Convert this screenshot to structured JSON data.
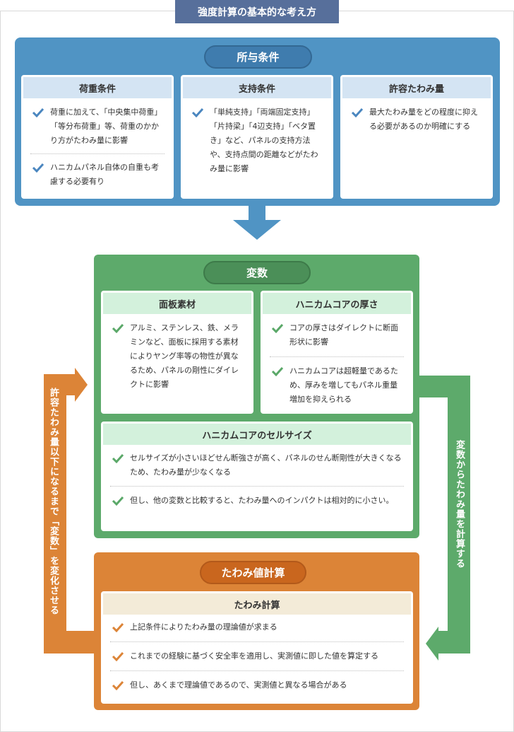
{
  "page_title": "強度計算の基本的な考え方",
  "given": {
    "title": "所与条件",
    "cards": [
      {
        "heading": "荷重条件",
        "items": [
          "荷重に加えて、「中央集中荷重」「等分布荷重」等、荷重のかかり方がたわみ量に影響",
          "ハニカムパネル自体の自重も考慮する必要有り"
        ]
      },
      {
        "heading": "支持条件",
        "items": [
          "「単純支持」「両端固定支持」「片持梁」「4辺支持」「ベタ置き」など、パネルの支持方法や、支持点間の距離などがたわみ量に影響"
        ]
      },
      {
        "heading": "許容たわみ量",
        "items": [
          "最大たわみ量をどの程度に抑える必要があるのか明確にする"
        ]
      }
    ]
  },
  "variables": {
    "title": "変数",
    "face": {
      "heading": "面板素材",
      "items": [
        "アルミ、ステンレス、鉄、メラミンなど、面板に採用する素材によりヤング率等の物性が異なるため、パネルの剛性にダイレクトに影響"
      ]
    },
    "thickness": {
      "heading": "ハニカムコアの厚さ",
      "items": [
        "コアの厚さはダイレクトに断面形状に影響",
        "ハニカムコアは超軽量であるため、厚みを増してもパネル重量増加を抑えられる"
      ]
    },
    "cell": {
      "heading": "ハニカムコアのセルサイズ",
      "items": [
        "セルサイズが小さいほどせん断強さが高く、パネルのせん断剛性が大きくなるため、たわみ量が少なくなる",
        "但し、他の変数と比較すると、たわみ量へのインパクトは相対的に小さい。"
      ]
    }
  },
  "calc": {
    "title": "たわみ値計算",
    "card": {
      "heading": "たわみ計算",
      "items": [
        "上記条件によりたわみ量の理論値が求まる",
        "これまでの経験に基づく安全率を適用し、実測値に即した値を算定する",
        "但し、あくまで理論値であるので、実測値と異なる場合がある"
      ]
    }
  },
  "loops": {
    "left_label": "許容たわみ量以下になるまで「変数」を変化させる",
    "right_label": "変数からたわみ量を計算する"
  },
  "colors": {
    "title_bg": "#576f9b",
    "blue": "#5094c4",
    "green": "#5daa6b",
    "orange": "#dc8437",
    "check_blue": "#4a86bf",
    "check_green": "#5aa868",
    "check_orange": "#dc8437"
  }
}
